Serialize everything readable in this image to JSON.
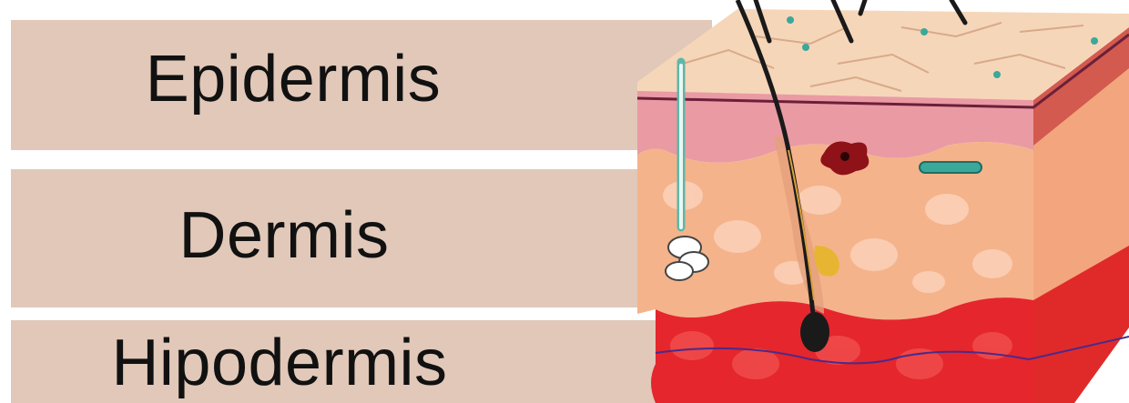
{
  "layers": {
    "epidermis": "Epidermis",
    "dermis": "Dermis",
    "hipodermis": "Hipodermis"
  },
  "colors": {
    "band": "#e1c8b8",
    "epidermis_top": "#f6d5b8",
    "epidermis_pink": "#e99aa3",
    "dermis": "#f5b48a",
    "hipodermis": "#e8262e",
    "hair": "#1a1a1a",
    "pore": "#3aa89a"
  }
}
